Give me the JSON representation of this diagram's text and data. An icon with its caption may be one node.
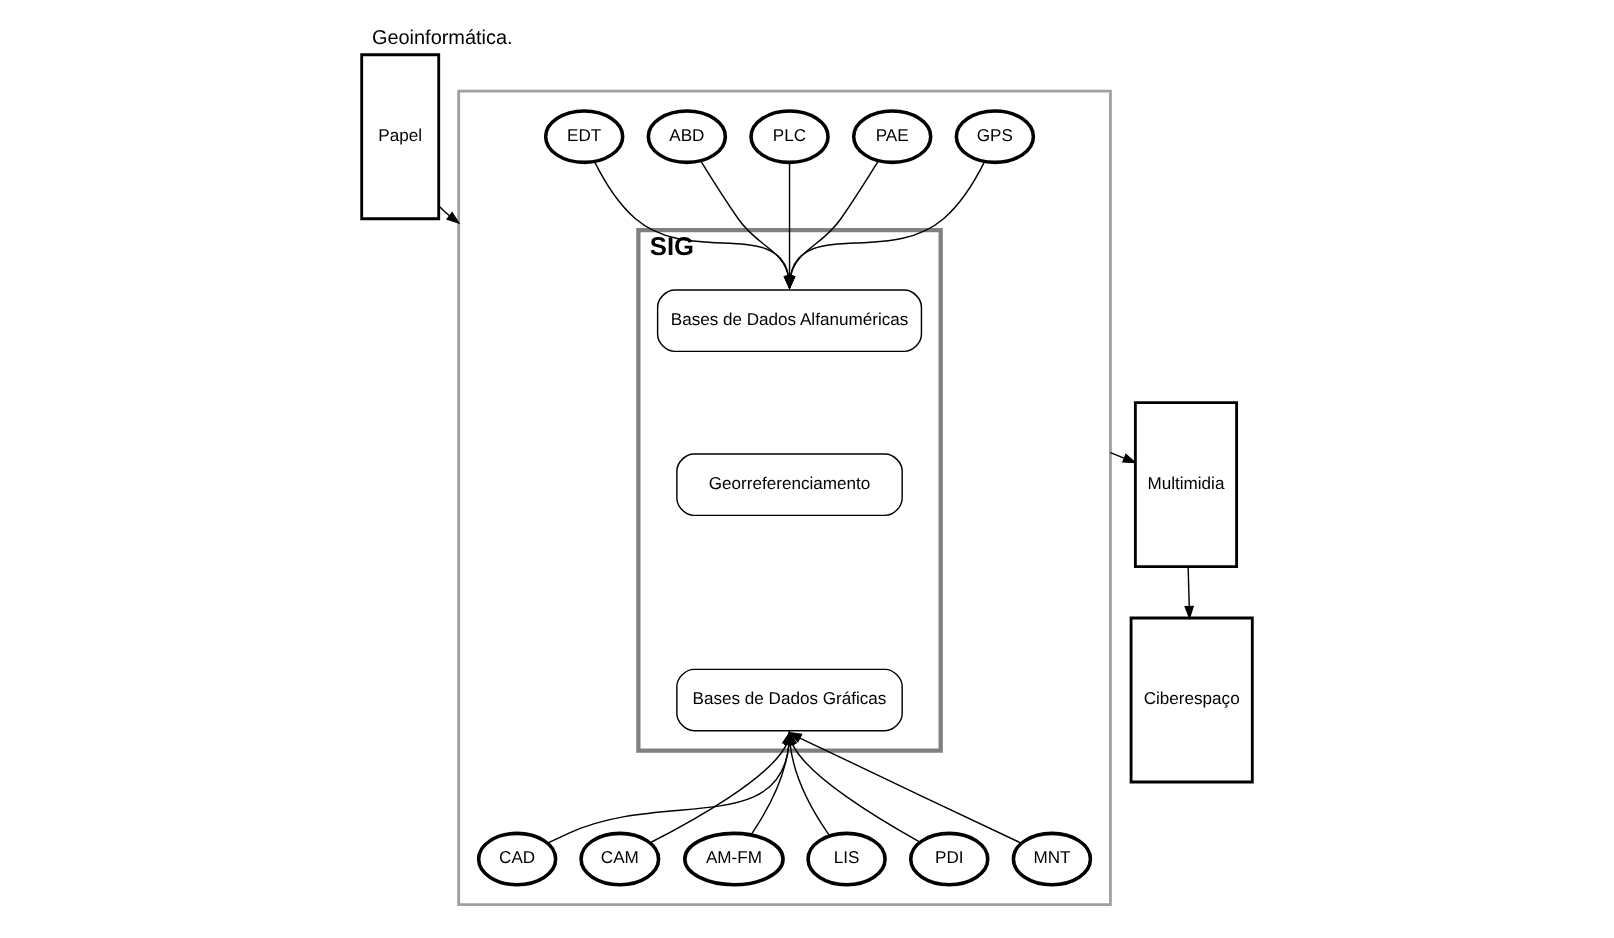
{
  "diagram": {
    "title": "Geoinformática.",
    "nodes": [
      {
        "text": [
          "Papel"
        ]
      },
      {
        "text": [],
        "shape": "box"
      },
      {
        "text": [
          "EDT"
        ],
        "in": 1
      },
      {
        "text": [
          "ABD"
        ],
        "in": 1
      },
      {
        "text": [
          "PLC"
        ],
        "in": 1
      },
      {
        "text": [
          "PAE"
        ],
        "in": 1
      },
      {
        "text": [
          "GPS"
        ],
        "in": 1
      },
      {
        "text": [
          "SIG"
        ],
        "in": 1
      },
      {
        "text": [
          "Bases de Dados Alfanuméricas"
        ],
        "in": 7
      },
      {
        "text": [
          "Georreferenciamento"
        ],
        "in": 7
      },
      {
        "text": [
          "Bases de Dados Gráficas"
        ],
        "in": 7
      },
      {
        "text": [
          "CAD"
        ],
        "in": 1
      },
      {
        "text": [
          "CAM"
        ],
        "in": 1
      },
      {
        "text": [
          "AM-FM"
        ],
        "in": 1
      },
      {
        "text": [
          "LIS"
        ],
        "in": 1
      },
      {
        "text": [
          "PDI"
        ],
        "in": 1
      },
      {
        "text": [
          "MNT"
        ],
        "in": 1
      },
      {
        "text": [
          "Multimidia"
        ]
      },
      {
        "text": [
          "Ciberespaço"
        ]
      }
    ],
    "edges": [
      {
        "from": 0,
        "to": 1,
        "arrow": "to"
      },
      {
        "from": 2,
        "to": 8,
        "arrow": "to"
      },
      {
        "from": 3,
        "to": 8,
        "arrow": "to"
      },
      {
        "from": 4,
        "to": 8,
        "arrow": "to"
      },
      {
        "from": 5,
        "to": 8,
        "arrow": "to"
      },
      {
        "from": 6,
        "to": 8,
        "arrow": "to"
      },
      {
        "from": 11,
        "to": 10,
        "arrow": "to"
      },
      {
        "from": 12,
        "to": 10,
        "arrow": "to"
      },
      {
        "from": 13,
        "to": 10,
        "arrow": "to"
      },
      {
        "from": 14,
        "to": 10,
        "arrow": "to"
      },
      {
        "from": 15,
        "to": 10,
        "arrow": "to"
      },
      {
        "from": 16,
        "to": 10,
        "arrow": "to"
      },
      {
        "from": 1,
        "to": 17,
        "arrow": "to"
      },
      {
        "from": 17,
        "to": 18,
        "arrow": "to"
      }
    ]
  }
}
